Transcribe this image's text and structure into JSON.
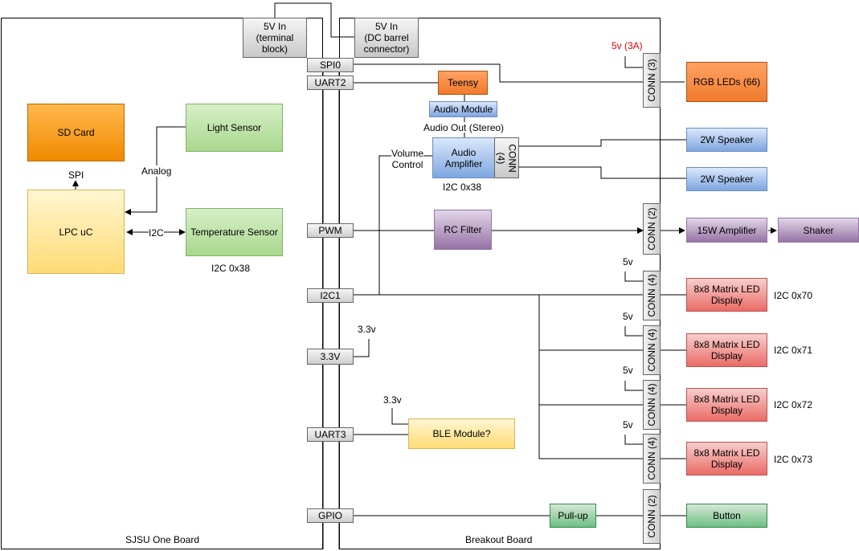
{
  "boards": {
    "sjsu": "SJSU One Board",
    "breakout": "Breakout Board"
  },
  "power_inputs": {
    "terminal": "5V In\n(terminal\nblock)",
    "barrel": "5V In\n(DC barrel\nconnector)"
  },
  "sjsu_blocks": {
    "sd_card": "SD Card",
    "lpc": "LPC uC",
    "light_sensor": "Light Sensor",
    "temp_sensor": "Temperature Sensor",
    "spi_label": "SPI",
    "analog_label": "Analog",
    "i2c_label": "I2C",
    "temp_addr": "I2C 0x38"
  },
  "ports": {
    "spi0": "SPI0",
    "uart2": "UART2",
    "pwm": "PWM",
    "i2c1": "I2C1",
    "v33": "3.3V",
    "uart3": "UART3",
    "gpio": "GPIO"
  },
  "breakout_blocks": {
    "teensy": "Teensy",
    "audio_module": "Audio Module",
    "audio_out": "Audio Out (Stereo)",
    "volume": "Volume\nControl",
    "audio_amp": "Audio\nAmplifier",
    "amp_conn": "CONN\n(4)",
    "amp_addr": "I2C 0x38",
    "rc_filter": "RC Filter",
    "ble": "BLE Module?",
    "pullup": "Pull-up",
    "v33_a": "3.3v",
    "v33_b": "3.3v"
  },
  "connectors": {
    "c3": "CONN (3)",
    "c2a": "CONN (2)",
    "c4": "CONN (4)",
    "c2b": "CONN (2)"
  },
  "power_labels": {
    "rgb": "5v (3A)",
    "v5": "5v"
  },
  "external": {
    "rgb_leds": "RGB LEDs (66)",
    "speaker": "2W Speaker",
    "amp15": "15W Amplifier",
    "shaker": "Shaker",
    "matrix": "8x8 Matrix LED\nDisplay",
    "button": "Button"
  },
  "matrix_addresses": [
    "I2C 0x70",
    "I2C 0x71",
    "I2C 0x72",
    "I2C 0x73"
  ],
  "colors": {
    "orange": "#f08a00",
    "green": "#a9d78e",
    "yellow": "#ffdb75",
    "blue": "#7ea6e0",
    "purple": "#9673a6",
    "red": "#ea6b66",
    "dark_green": "#2f8a4f",
    "power_red": "#e00000"
  }
}
